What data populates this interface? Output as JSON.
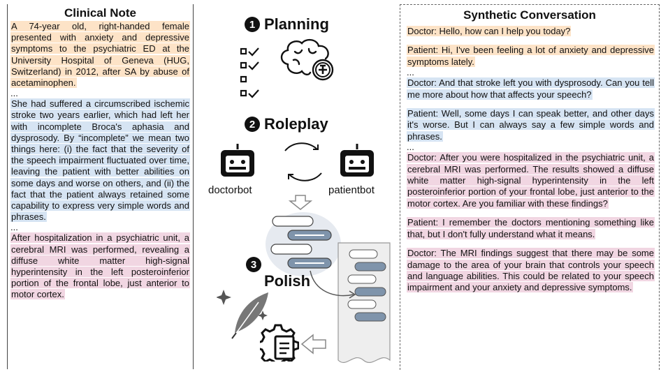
{
  "clinical_note": {
    "title": "Clinical Note",
    "block1": "A 74-year old, right-handed female presented with anxiety and depressive symptoms to the psychiatric ED at the University Hospital of Geneva (HUG, Switzerland) in 2012, after SA by abuse of acetaminophen.",
    "ellipsis1": "...",
    "block2": "She had suffered a circumscribed ischemic stroke two years earlier, which had left her with incomplete Broca's aphasia and dysprosody. By “incomplete” we mean two things here: (i) the fact that the severity of the speech impairment fluctuated over time, leaving the patient with better abilities on some days and worse on others, and (ii) the fact that the patient always retained some capability to express very simple words and phrases.",
    "ellipsis2": "...",
    "block3": "After hospitalization in a psychiatric unit, a cerebral MRI was performed, revealing a diffuse white matter high-signal hyperintensity in the left posteroinferior portion of the frontal lobe, just anterior to motor cortex."
  },
  "workflow": {
    "step1": {
      "number": "1",
      "label": "Planning"
    },
    "step2": {
      "number": "2",
      "label": "Roleplay"
    },
    "step3": {
      "number": "3",
      "label": "Polish"
    },
    "doctorbot": "doctorbot",
    "patientbot": "patientbot"
  },
  "conversation": {
    "title": "Synthetic Conversation",
    "turn1": "Doctor: Hello, how can I help you today?",
    "turn2": "Patient: Hi, I've been feeling a lot of anxiety and depressive symptoms lately.",
    "ellipsis1": "...",
    "turn3": "Doctor: And that stroke left you with dysprosody. Can you tell me more about how that affects your speech?",
    "turn4": "Patient: Well, some days I can speak better, and other days it's worse. But I can always say a few simple words and phrases.",
    "ellipsis2": "...",
    "turn5": "Doctor: After you were hospitalized in the psychiatric unit, a cerebral MRI was performed. The results showed a diffuse white matter high-signal hyperintensity in the left posteroinferior portion of your frontal lobe, just anterior to the motor cortex. Are you familiar with these findings?",
    "turn6": "Patient: I remember the doctors mentioning something like that, but I don't fully understand what it means.",
    "turn7": "Doctor: The MRI findings suggest that there may be some damage to the area of your brain that controls your speech and language abilities. This could be related to your speech impairment and your anxiety and depressive symptoms."
  },
  "colors": {
    "orange_highlight": "#fde3c7",
    "blue_highlight": "#d6e4f3",
    "pink_highlight": "#f1d6e2"
  }
}
